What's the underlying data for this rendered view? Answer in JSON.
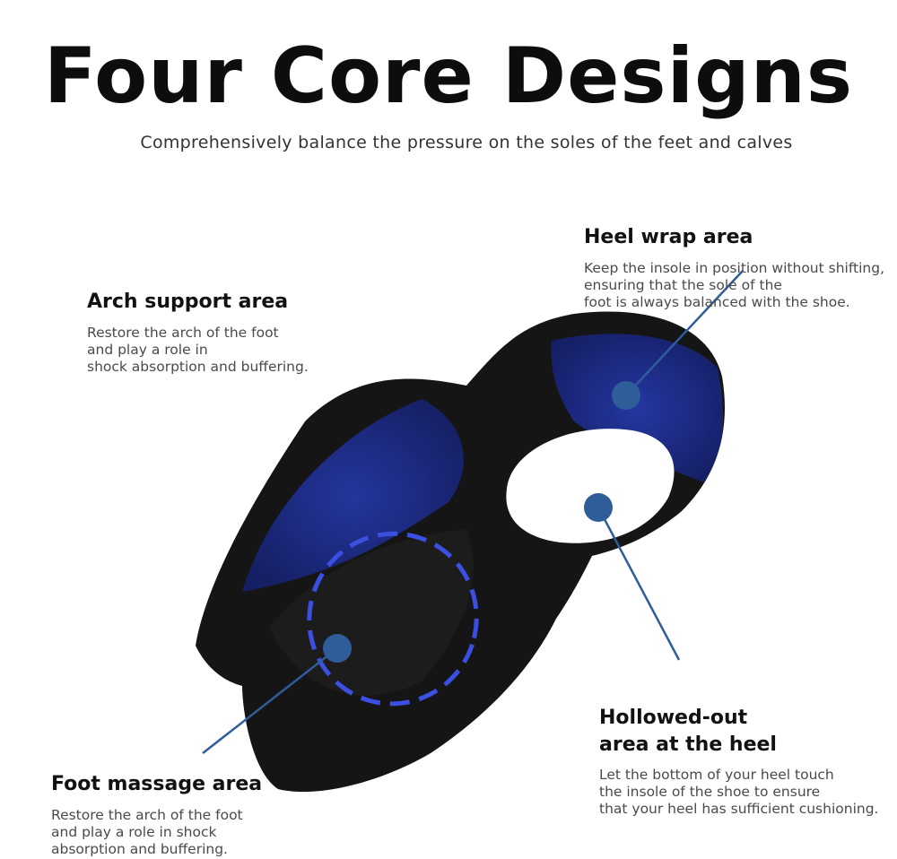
{
  "header": {
    "title": "Four Core Designs",
    "subtitle": "Comprehensively balance the pressure on the soles of the feet and calves"
  },
  "features": {
    "heel_wrap": {
      "title": "Heel wrap area",
      "description": "Keep the insole in position without shifting,\nensuring that the sole of the\nfoot is always balanced with the shoe."
    },
    "arch_support": {
      "title": "Arch support area",
      "description": "Restore the arch of the foot\nand play a role in\nshock absorption and buffering."
    },
    "hollowed_heel": {
      "title": "Hollowed-out\narea at the heel",
      "description": "Let the bottom of your heel touch\nthe insole of the shoe to ensure\nthat your heel has sufficient cushioning."
    },
    "foot_massage": {
      "title": "Foot massage area",
      "description": "Restore the arch of the foot\nand play a role in shock\nabsorption and buffering."
    }
  },
  "colors": {
    "insole_black": "#151515",
    "insole_blue": "#1c2e8a",
    "marker_blue": "#2f5d99",
    "dashed_ring": "#3b4fe0"
  }
}
